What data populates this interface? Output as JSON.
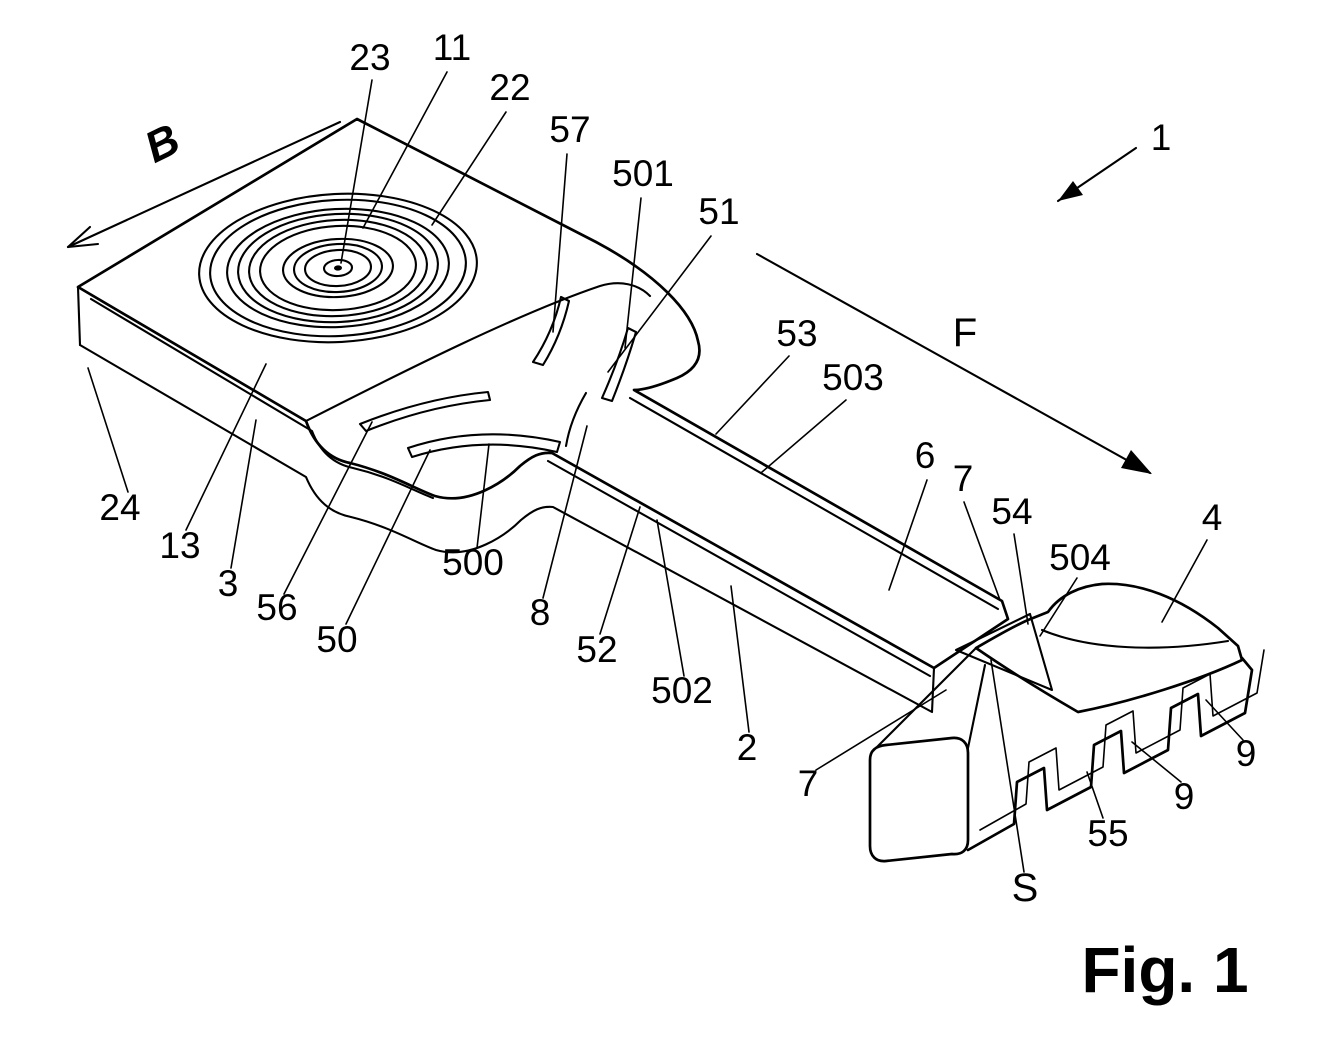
{
  "figure": {
    "caption": "Fig. 1"
  },
  "axes": {
    "b": "B",
    "f": "F"
  },
  "reference_labels": {
    "n1": "1",
    "n2": "2",
    "n3": "3",
    "n4": "4",
    "n6": "6",
    "n7a": "7",
    "n7b": "7",
    "n8": "8",
    "n9a": "9",
    "n9b": "9",
    "n11": "11",
    "n13": "13",
    "n22": "22",
    "n23": "23",
    "n24": "24",
    "n50": "50",
    "n51": "51",
    "n52": "52",
    "n53": "53",
    "n54": "54",
    "n55": "55",
    "n56": "56",
    "n57": "57",
    "n500": "500",
    "n501": "501",
    "n502": "502",
    "n503": "503",
    "n504": "504",
    "s": "S"
  },
  "colors": {
    "ink": "#000000",
    "background": "#ffffff"
  }
}
